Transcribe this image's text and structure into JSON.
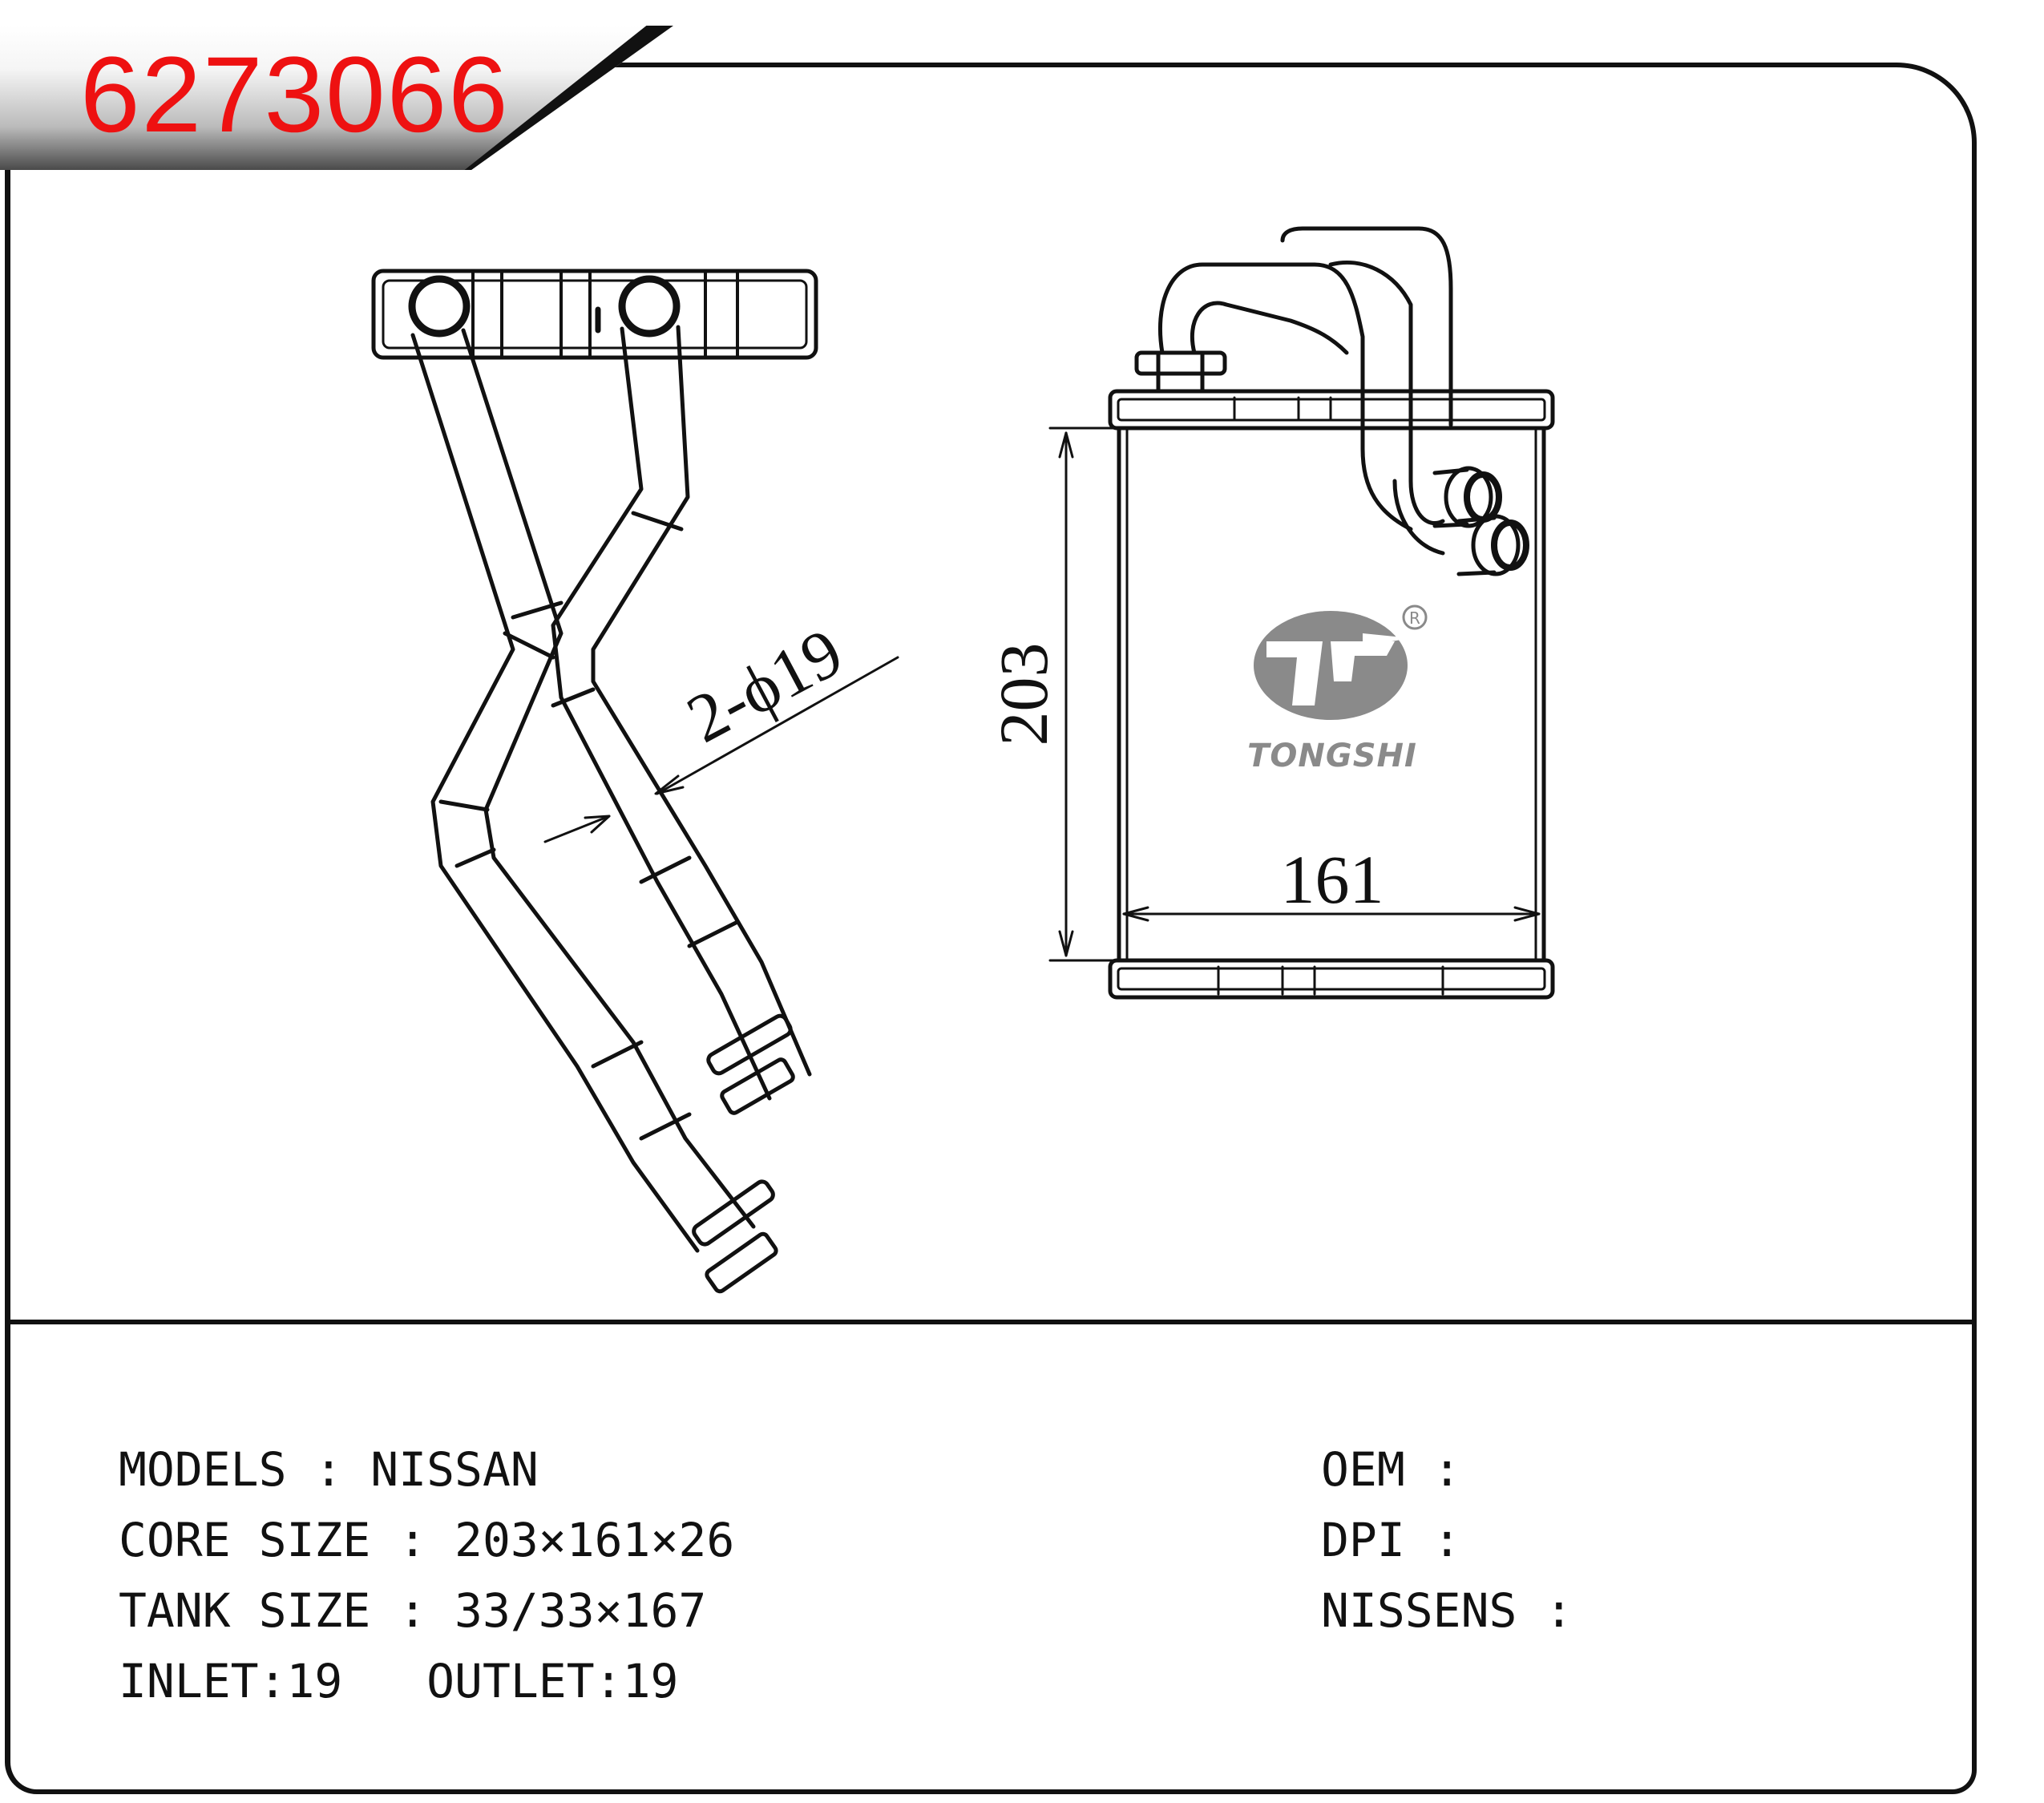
{
  "part_number": "6273066",
  "drawing": {
    "height_dimension": "203",
    "width_dimension": "161",
    "pipe_callout": "2-ϕ19",
    "brand_name": "TONGSHI",
    "registered_mark": "R"
  },
  "specs": {
    "models_label": "MODELS",
    "models_value": "NISSAN",
    "core_label": "CORE SIZE",
    "core_value": "203×161×26",
    "tank_label": "TANK SIZE",
    "tank_value": "33/33×167",
    "inlet_label": "INLET:",
    "inlet_value": "19",
    "outlet_label": "OUTLET:",
    "outlet_value": "19",
    "oem_label": "OEM",
    "oem_value": "",
    "dpi_label": "DPI",
    "dpi_value": "",
    "nissens_label": "NISSENS",
    "nissens_value": "",
    "separator": ":"
  },
  "colors": {
    "part_number": "#ee1111",
    "lines": "#111111",
    "logo": "#8a8a8a"
  }
}
